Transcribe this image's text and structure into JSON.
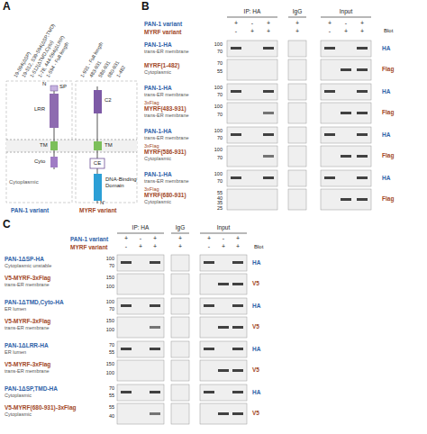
{
  "diagram": {
    "labels": [
      "A",
      "19-594(ΔSP)",
      "19-512, 539-594(ΔSP,TMD)",
      "1-512(ΔTMD,Cyto)",
      "1-78, 444-594(ΔLRR)",
      "1-594 - Full length",
      "1-931 - Full length",
      "483-931",
      "586-931",
      "680-931",
      "1-482",
      "N",
      "SP",
      "LRR",
      "TM",
      "Cyto",
      "Cytoplasmic",
      "C2",
      "TM",
      "CE",
      "DNA-Binding Domain",
      "N'",
      "PAN-1 variant",
      "MYRF variant",
      "B",
      "IP: HA",
      "IgG",
      "Input",
      "PAN-1 variant",
      "MYRF variant",
      "+",
      "-",
      "+",
      "+",
      "+",
      "-",
      "+",
      "-",
      "+",
      "+",
      "+",
      "-",
      "+",
      "+",
      "Blot",
      "PAN-1-HA",
      "trans-ER membrane",
      "MYRF(1-482)",
      "Cytoplasmic",
      "100",
      "70",
      "70",
      "55",
      "HA",
      "Flag",
      "PAN-1-HA",
      "trans-ER membrane",
      "3xFlag",
      "MYRF(483-931)",
      "trans-ER membrane",
      "100",
      "70",
      "100",
      "70",
      "HA",
      "Flag",
      "PAN-1-HA",
      "trans-ER membrane",
      "3xFlag",
      "MYRF(586-931)",
      "Cytoplasmic",
      "100",
      "70",
      "100",
      "70",
      "HA",
      "Flag",
      "PAN-1-HA",
      "trans-ER membrane",
      "3xFlag",
      "MYRF(680-931)",
      "Cytoplasmic",
      "100",
      "70",
      "55",
      "40",
      "35",
      "25",
      "HA",
      "Flag",
      "C",
      "IP: HA",
      "IgG",
      "Input",
      "PAN-1 variant",
      "MYRF variant",
      "+",
      "-",
      "+",
      "+",
      "+",
      "-",
      "+",
      "-",
      "+",
      "+",
      "+",
      "-",
      "+",
      "+",
      "Blot",
      "PAN-1ΔSP-HA",
      "Cytoplasmic unstable",
      "V5-MYRF-3xFlag",
      "trans-ER membrane",
      "100",
      "70",
      "150",
      "100",
      "HA",
      "V5",
      "PAN-1ΔTMD,Cyto-HA",
      "ER lumen",
      "V5-MYRF-3xFlag",
      "trans-ER membrane",
      "100",
      "70",
      "150",
      "100",
      "HA",
      "V5",
      "PAN-1ΔLRR-HA",
      "ER lumen",
      "V5-MYRF-3xFlag",
      "trans-ER membrane",
      "70",
      "55",
      "150",
      "100",
      "HA",
      "V5",
      "PAN-1ΔSP,TMD-HA",
      "Cytoplasmic",
      "V5-MYRF(680-931)-3xFlag",
      "Cytoplasmic",
      "70",
      "55",
      "55",
      "40",
      "HA",
      "V5"
    ]
  }
}
